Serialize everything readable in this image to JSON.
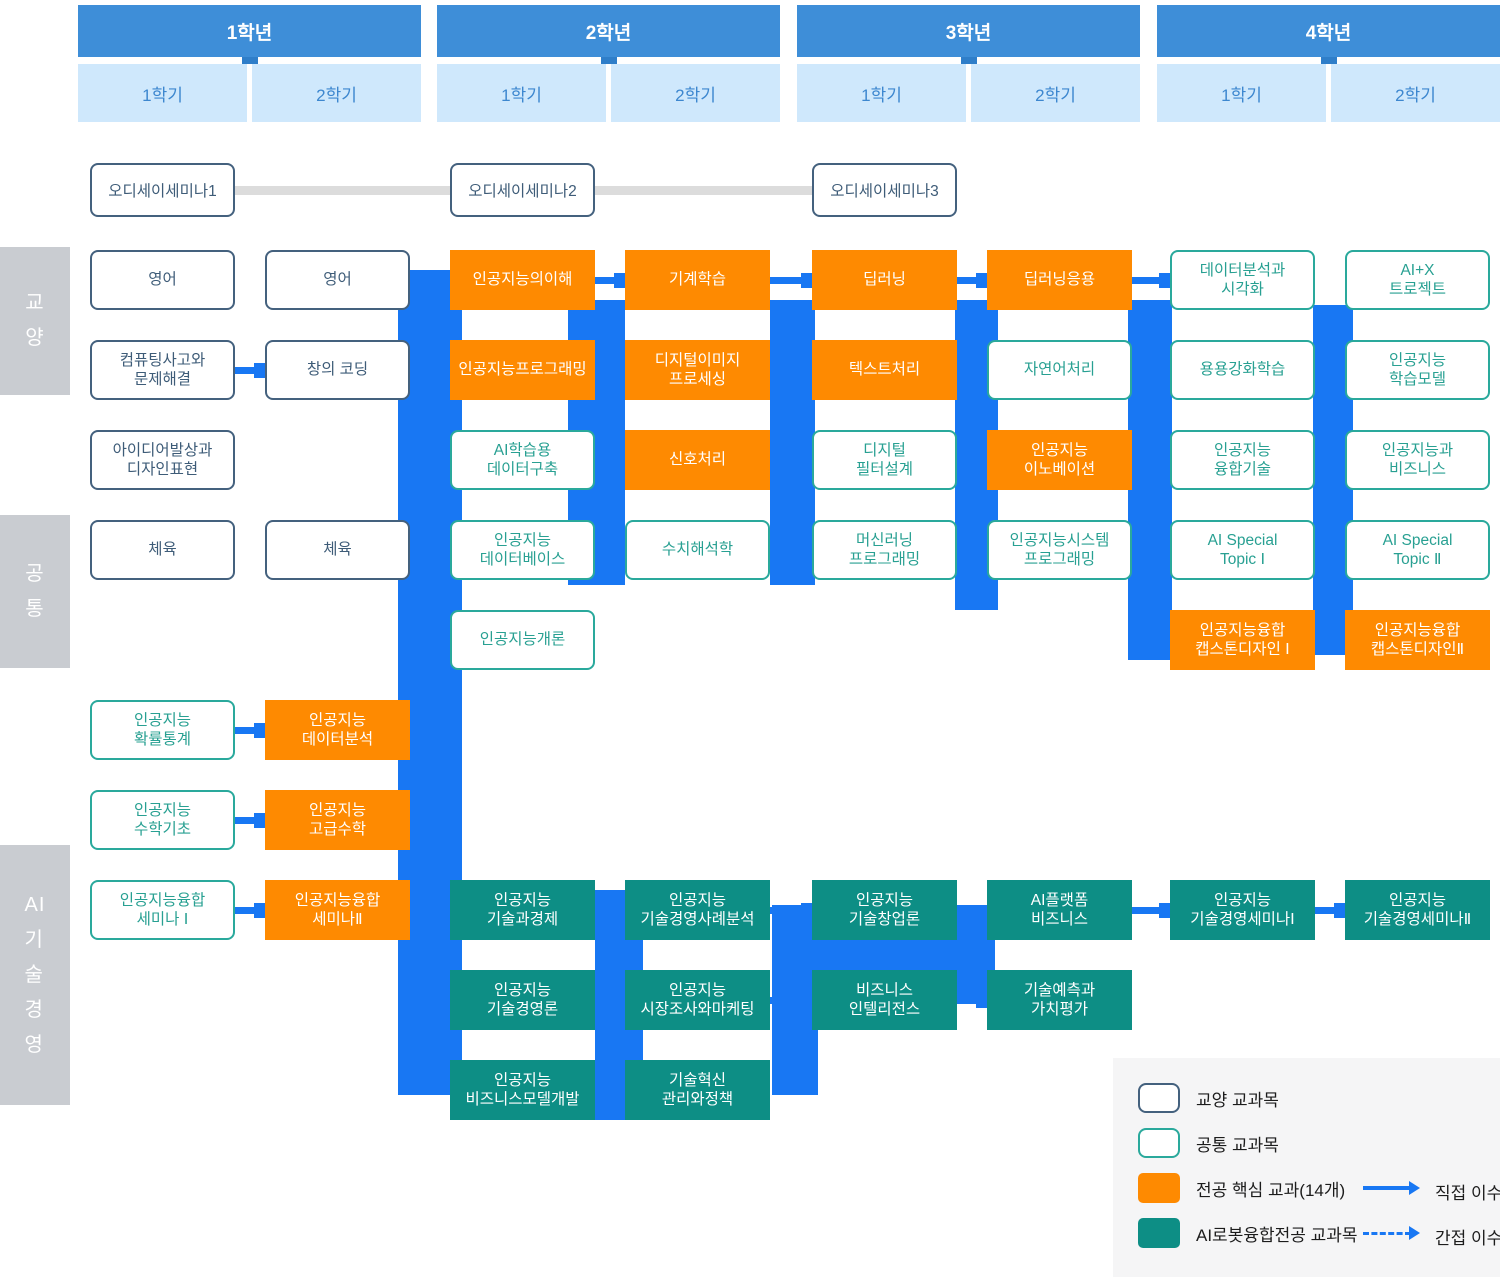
{
  "palette": {
    "year_blue": "#3e8ed8",
    "year_tab": "#2f7ec9",
    "semester_bg": "#cfe8fc",
    "semester_text": "#3d87cf",
    "connector_blue": "#1877f3",
    "orange": "#fe8a01",
    "teal_fill": "#0d8e85",
    "teal_border": "#2aa99c",
    "slate_border": "#44617e",
    "slate_text": "#3e5c78",
    "side_label_bg": "#c9ccd1",
    "odyssey_line": "#dcdcdc",
    "legend_bg": "#f5f5f6"
  },
  "header": {
    "years": [
      {
        "label": "1학년",
        "semesters": [
          "1학기",
          "2학기"
        ]
      },
      {
        "label": "2학년",
        "semesters": [
          "1학기",
          "2학기"
        ]
      },
      {
        "label": "3학년",
        "semesters": [
          "1학기",
          "2학기"
        ]
      },
      {
        "label": "4학년",
        "semesters": [
          "1학기",
          "2학기"
        ]
      }
    ]
  },
  "side_labels": [
    {
      "id": "ge",
      "chars": [
        "교",
        "양"
      ]
    },
    {
      "id": "common",
      "chars": [
        "공",
        "통"
      ]
    },
    {
      "id": "ai-mot",
      "chars": [
        "AI",
        "기",
        "술",
        "경",
        "영"
      ]
    }
  ],
  "odyssey": {
    "items": [
      {
        "label": "오디세이세미나1",
        "col": 1
      },
      {
        "label": "오디세이세미나2",
        "col": 3
      },
      {
        "label": "오디세이세미나3",
        "col": 5
      }
    ]
  },
  "courses": [
    {
      "col": 1,
      "row": 1,
      "type": "ge",
      "label": "영어"
    },
    {
      "col": 2,
      "row": 1,
      "type": "ge",
      "label": "영어"
    },
    {
      "col": 3,
      "row": 1,
      "type": "core",
      "label": "인공지능의이해"
    },
    {
      "col": 4,
      "row": 1,
      "type": "core",
      "label": "기계학습"
    },
    {
      "col": 5,
      "row": 1,
      "type": "core",
      "label": "딥러닝"
    },
    {
      "col": 6,
      "row": 1,
      "type": "core",
      "label": "딥러닝응용"
    },
    {
      "col": 7,
      "row": 1,
      "type": "common",
      "label": "데이터분석과\n시각화"
    },
    {
      "col": 8,
      "row": 1,
      "type": "common",
      "label": "AI+X\n트로젝트"
    },
    {
      "col": 1,
      "row": 2,
      "type": "ge",
      "label": "컴퓨팅사고와\n문제해결"
    },
    {
      "col": 2,
      "row": 2,
      "type": "ge",
      "label": "창의 코딩"
    },
    {
      "col": 3,
      "row": 2,
      "type": "core",
      "label": "인공지능프로그래밍"
    },
    {
      "col": 4,
      "row": 2,
      "type": "core",
      "label": "디지털이미지\n프로세싱"
    },
    {
      "col": 5,
      "row": 2,
      "type": "core",
      "label": "텍스트처리"
    },
    {
      "col": 6,
      "row": 2,
      "type": "common",
      "label": "자연어처리"
    },
    {
      "col": 7,
      "row": 2,
      "type": "common",
      "label": "용용강화학습"
    },
    {
      "col": 8,
      "row": 2,
      "type": "common",
      "label": "인공지능\n학습모델"
    },
    {
      "col": 1,
      "row": 3,
      "type": "ge",
      "label": "아이디어발상과\n디자인표현"
    },
    {
      "col": 3,
      "row": 3,
      "type": "common",
      "label": "AI학습용\n데이터구축"
    },
    {
      "col": 4,
      "row": 3,
      "type": "core",
      "label": "신호처리"
    },
    {
      "col": 5,
      "row": 3,
      "type": "common",
      "label": "디지털\n필터설계"
    },
    {
      "col": 6,
      "row": 3,
      "type": "core",
      "label": "인공지능\n이노베이션"
    },
    {
      "col": 7,
      "row": 3,
      "type": "common",
      "label": "인공지능\n융합기술"
    },
    {
      "col": 8,
      "row": 3,
      "type": "common",
      "label": "인공지능과\n비즈니스"
    },
    {
      "col": 1,
      "row": 4,
      "type": "ge",
      "label": "체육"
    },
    {
      "col": 2,
      "row": 4,
      "type": "ge",
      "label": "체육"
    },
    {
      "col": 3,
      "row": 4,
      "type": "common",
      "label": "인공지능\n데이터베이스"
    },
    {
      "col": 4,
      "row": 4,
      "type": "common",
      "label": "수치해석학"
    },
    {
      "col": 5,
      "row": 4,
      "type": "common",
      "label": "머신러닝\n프로그래밍"
    },
    {
      "col": 6,
      "row": 4,
      "type": "common",
      "label": "인공지능시스템\n프로그래밍"
    },
    {
      "col": 7,
      "row": 4,
      "type": "common",
      "label": "AI Special\nTopic Ⅰ"
    },
    {
      "col": 8,
      "row": 4,
      "type": "common",
      "label": "AI Special\nTopic Ⅱ"
    },
    {
      "col": 3,
      "row": 5,
      "type": "common",
      "label": "인공지능개론"
    },
    {
      "col": 7,
      "row": 5,
      "type": "core",
      "label": "인공지능융합\n캡스톤디자인 Ⅰ"
    },
    {
      "col": 8,
      "row": 5,
      "type": "core",
      "label": "인공지능융합\n캡스톤디자인Ⅱ"
    },
    {
      "col": 1,
      "row": 6,
      "type": "common",
      "label": "인공지능\n확률통계"
    },
    {
      "col": 2,
      "row": 6,
      "type": "core",
      "label": "인공지능\n데이터분석"
    },
    {
      "col": 1,
      "row": 7,
      "type": "common",
      "label": "인공지능\n수학기초"
    },
    {
      "col": 2,
      "row": 7,
      "type": "core",
      "label": "인공지능\n고급수학"
    },
    {
      "col": 1,
      "row": 8,
      "type": "common",
      "label": "인공지능융합\n세미나 Ⅰ"
    },
    {
      "col": 2,
      "row": 8,
      "type": "core",
      "label": "인공지능융합\n세미나Ⅱ"
    },
    {
      "col": 3,
      "row": 8,
      "type": "robot",
      "label": "인공지능\n기술과경제"
    },
    {
      "col": 4,
      "row": 8,
      "type": "robot",
      "label": "인공지능\n기술경영사례분석"
    },
    {
      "col": 5,
      "row": 8,
      "type": "robot",
      "label": "인공지능\n기술창업론"
    },
    {
      "col": 6,
      "row": 8,
      "type": "robot",
      "label": "AI플랫폼\n비즈니스"
    },
    {
      "col": 7,
      "row": 8,
      "type": "robot",
      "label": "인공지능\n기술경영세미나Ⅰ"
    },
    {
      "col": 8,
      "row": 8,
      "type": "robot",
      "label": "인공지능\n기술경영세미나Ⅱ"
    },
    {
      "col": 3,
      "row": 9,
      "type": "robot",
      "label": "인공지능\n기술경영론"
    },
    {
      "col": 4,
      "row": 9,
      "type": "robot",
      "label": "인공지능\n시장조사와마케팅"
    },
    {
      "col": 5,
      "row": 9,
      "type": "robot",
      "label": "비즈니스\n인텔리전스"
    },
    {
      "col": 6,
      "row": 9,
      "type": "robot",
      "label": "기술예측과\n가치평가"
    },
    {
      "col": 3,
      "row": 10,
      "type": "robot",
      "label": "인공지능\n비즈니스모델개발"
    },
    {
      "col": 4,
      "row": 10,
      "type": "robot",
      "label": "기술혁신\n관리와정책"
    }
  ],
  "edges": [
    {
      "row": 1,
      "from": 3,
      "to": 4
    },
    {
      "row": 1,
      "from": 4,
      "to": 5
    },
    {
      "row": 1,
      "from": 5,
      "to": 6
    },
    {
      "row": 1,
      "from": 6,
      "to": 7
    },
    {
      "row": 2,
      "from": 1,
      "to": 2
    },
    {
      "row": 2,
      "from": 3,
      "to": 4
    },
    {
      "row": 2,
      "from": 5,
      "to": 6
    },
    {
      "row": 3,
      "from": 5,
      "to": 6
    },
    {
      "row": 3,
      "from": 6,
      "to": 7
    },
    {
      "row": 4,
      "from": 3,
      "to": 4
    },
    {
      "row": 4,
      "from": 5,
      "to": 6
    },
    {
      "row": 5,
      "from": 7,
      "to": 8
    },
    {
      "row": 6,
      "from": 1,
      "to": 2
    },
    {
      "row": 7,
      "from": 1,
      "to": 2
    },
    {
      "row": 8,
      "from": 1,
      "to": 2
    },
    {
      "row": 8,
      "from": 3,
      "to": 4
    },
    {
      "row": 8,
      "from": 4,
      "to": 5
    },
    {
      "row": 8,
      "from": 6,
      "to": 7
    },
    {
      "row": 8,
      "from": 7,
      "to": 8
    },
    {
      "row": 9,
      "from": 4,
      "to": 5
    },
    {
      "row": 9,
      "from": 5,
      "to": 6
    },
    {
      "row": 10,
      "from": 3,
      "to": 4
    }
  ],
  "legend": {
    "items": [
      {
        "type": "ge",
        "label": "교양 교과목"
      },
      {
        "type": "common",
        "label": "공통 교과목"
      },
      {
        "type": "core",
        "label": "전공 핵심 교과(14개)"
      },
      {
        "type": "robot",
        "label": "AI로봇융합전공 교과목"
      }
    ],
    "direct_label": "직접 이수",
    "indirect_label": "간접 이수"
  }
}
